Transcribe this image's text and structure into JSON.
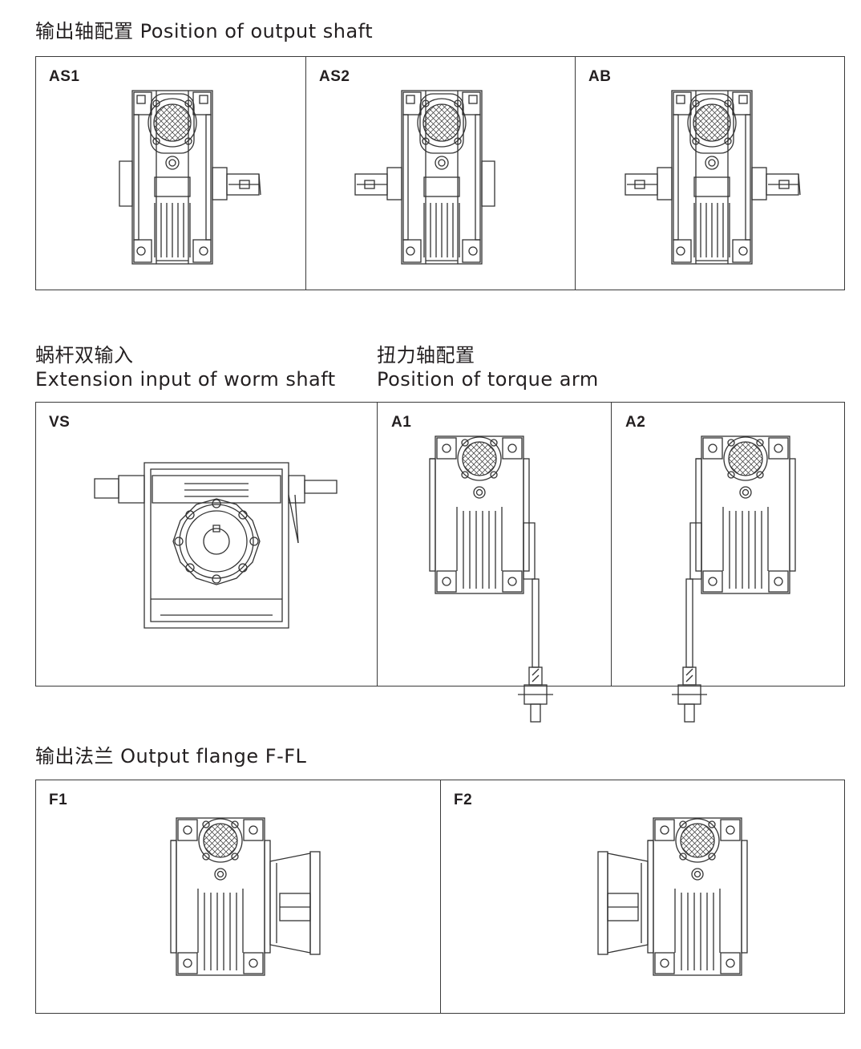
{
  "section_output_shaft": {
    "title": "输出轴配置 Position of output shaft",
    "labels": [
      "AS1",
      "AS2",
      "AB"
    ]
  },
  "section_worm_input": {
    "title_cn": "蜗杆双输入",
    "title_en": "Extension input of worm shaft",
    "label": "VS"
  },
  "section_torque_arm": {
    "title_cn": "扭力轴配置",
    "title_en": "Position of torque arm",
    "labels": [
      "A1",
      "A2"
    ]
  },
  "section_flange": {
    "title": "输出法兰 Output flange F-FL",
    "labels": [
      "F1",
      "F2"
    ]
  }
}
